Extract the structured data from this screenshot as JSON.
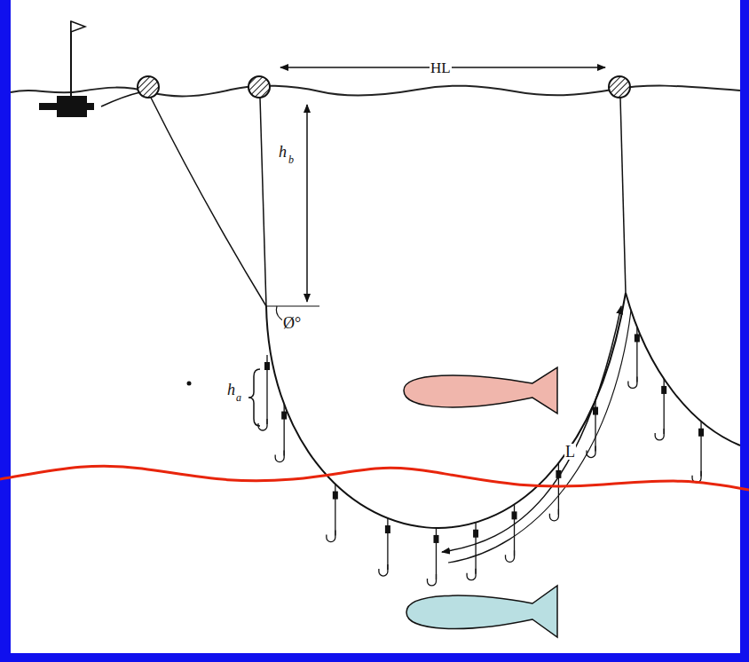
{
  "diagram": {
    "labels": [
      "HL",
      "h",
      "b",
      "Ø°",
      "h",
      "a",
      "L"
    ]
  }
}
